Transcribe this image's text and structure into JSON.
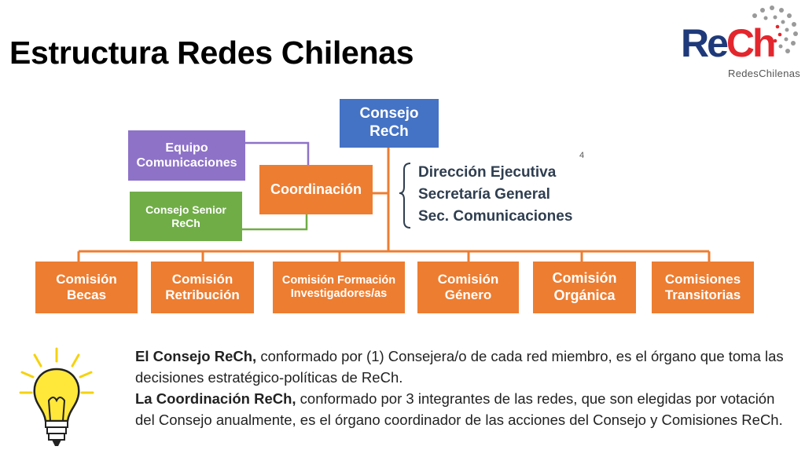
{
  "page": {
    "title": "Estructura Redes Chilenas",
    "slide_number": "4"
  },
  "logo": {
    "re": "Re",
    "ch": "Ch",
    "subtitle": "RedesChilenas"
  },
  "org": {
    "top": "Consejo\nReCh",
    "coordination": "Coordinación",
    "communications_team": "Equipo\nComunicaciones",
    "senior_council": "Consejo Senior\nReCh",
    "executive_roles": [
      "Dirección Ejecutiva",
      "Secretaría General",
      "Sec. Comunicaciones"
    ],
    "commissions": [
      "Comisión\nBecas",
      "Comisión\nRetribución",
      "Comisión Formación\nInvestigadores/as",
      "Comisión\nGénero",
      "Comisión\nOrgánica",
      "Comisiones\nTransitorias"
    ]
  },
  "description": {
    "p1_bold": "El Consejo ReCh,",
    "p1_text": " conformado por (1) Consejera/o de cada red miembro, es el órgano que toma las decisiones estratégico-políticas de ReCh.",
    "p2_bold": "La Coordinación ReCh,",
    "p2_text": " conformado por 3 integrantes de las redes, que son elegidas por votación del Consejo anualmente, es el órgano coordinador de las acciones del Consejo y Comisiones ReCh."
  },
  "colors": {
    "blue": "#4472c4",
    "orange": "#ed7d31",
    "purple": "#8e72c8",
    "green": "#70ad47",
    "logo_blue": "#1f3a7a",
    "logo_red": "#e3262d"
  },
  "icons": {
    "bulb": "lightbulb-icon",
    "dots": "dots-circle-logo-icon"
  }
}
